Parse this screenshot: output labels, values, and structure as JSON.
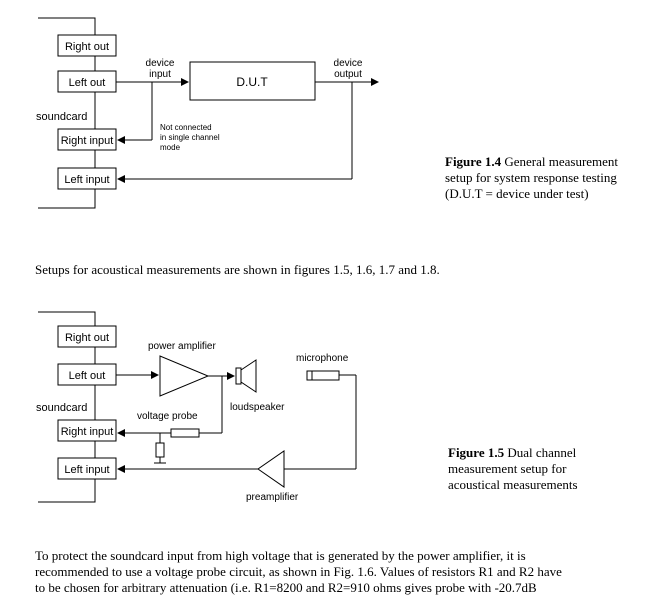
{
  "figure_1_4": {
    "boxes": {
      "right_out": "Right out",
      "left_out": "Left out",
      "right_input": "Right input",
      "left_input": "Left input"
    },
    "soundcard_label": "soundcard",
    "device_input_line1": "device",
    "device_input_line2": "input",
    "dut_label": "D.U.T",
    "device_output_line1": "device",
    "device_output_line2": "output",
    "note_line1": "Not connected",
    "note_line2": "in single channel",
    "note_line3": "mode",
    "caption_bold": "Figure 1.4",
    "caption_line1": " General measurement",
    "caption_line2": "setup for system response testing",
    "caption_line3": "(D.U.T = device under test)"
  },
  "intro_paragraph": "Setups for acoustical measurements are shown in figures 1.5, 1.6, 1.7 and 1.8.",
  "figure_1_5": {
    "boxes": {
      "right_out": "Right out",
      "left_out": "Left out",
      "right_input": "Right input",
      "left_input": "Left input"
    },
    "soundcard_label": "soundcard",
    "power_amplifier_label": "power amplifier",
    "microphone_label": "microphone",
    "voltage_probe_label": "voltage probe",
    "loudspeaker_label": "loudspeaker",
    "preamplifier_label": "preamplifier",
    "caption_bold": "Figure 1.5",
    "caption_line1": " Dual channel",
    "caption_line2": "measurement setup for",
    "caption_line3": "acoustical measurements"
  },
  "bottom_paragraph": {
    "line1": "To protect the soundcard input from high voltage that is generated by the power amplifier, it is",
    "line2": "recommended to use a voltage probe circuit, as shown in Fig. 1.6. Values of resistors R1 and R2 have",
    "line3": "to be chosen for arbitrary attenuation (i.e. R1=8200 and R2=910 ohms gives probe with -20.7dB"
  }
}
